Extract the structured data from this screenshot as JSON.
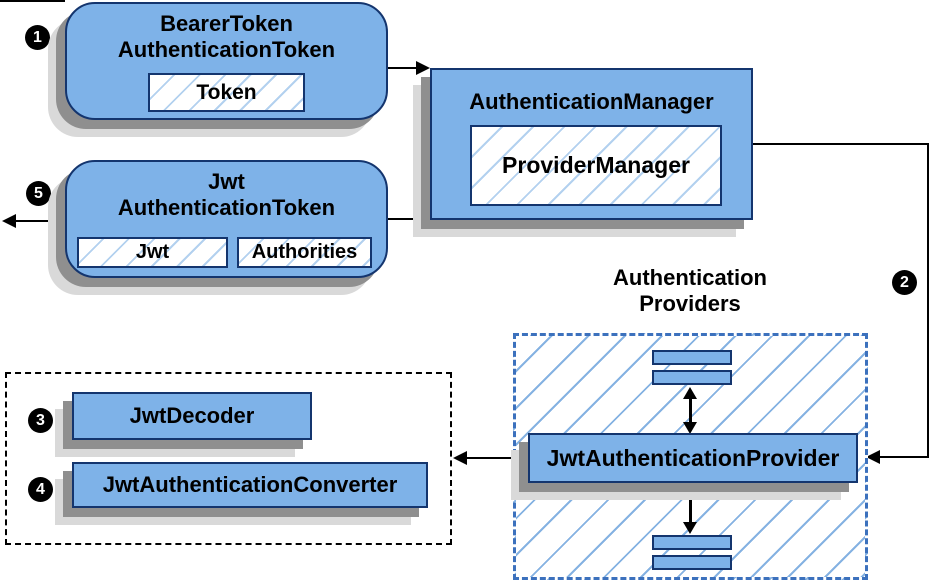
{
  "badges": {
    "step1": "1",
    "step2": "2",
    "step3": "3",
    "step4": "4",
    "step5": "5"
  },
  "nodes": {
    "bearer_token": {
      "line1": "BearerToken",
      "line2": "AuthenticationToken",
      "chip": "Token"
    },
    "jwt_token": {
      "line1": "Jwt",
      "line2": "AuthenticationToken",
      "chip1": "Jwt",
      "chip2": "Authorities"
    },
    "auth_manager": {
      "title": "AuthenticationManager",
      "inner": "ProviderManager"
    },
    "providers": {
      "heading1": "Authentication",
      "heading2": "Providers",
      "provider": "JwtAuthenticationProvider"
    },
    "converters": {
      "decoder": "JwtDecoder",
      "converter": "JwtAuthenticationConverter"
    }
  },
  "colors": {
    "box_fill": "#7EB2E8",
    "box_border": "#14356E",
    "hatch_light": "#B3D1EF",
    "hatch_strong": "#85B2E2",
    "providers_border": "#3C71BD",
    "shadow_dark": "#8F8F8F",
    "shadow_light": "#D9D9D9",
    "line_color": "#000000",
    "badge_bg": "#000000",
    "badge_fg": "#FFFFFF"
  }
}
